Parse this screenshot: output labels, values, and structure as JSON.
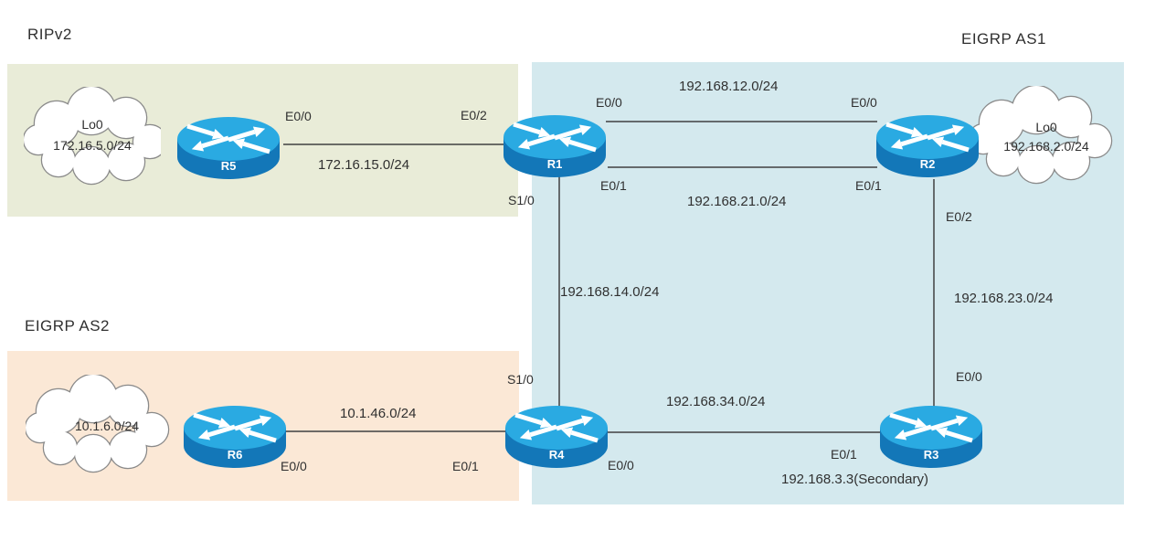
{
  "titles": {
    "ripv2": "RIPv2",
    "eigrp_as1": "EIGRP AS1",
    "eigrp_as2": "EIGRP AS2"
  },
  "routers": {
    "r1": "R1",
    "r2": "R2",
    "r3": "R3",
    "r4": "R4",
    "r5": "R5",
    "r6": "R6"
  },
  "clouds": {
    "r5_loopback": {
      "line1": "Lo0",
      "line2": "172.16.5.0/24"
    },
    "r2_loopback": {
      "line1": "Lo0",
      "line2": "192.168.2.0/24"
    },
    "r6_network": {
      "line1": "10.1.6.0/24"
    }
  },
  "interfaces": {
    "r5_e0_0": "E0/0",
    "r1_e0_2": "E0/2",
    "r1_e0_0": "E0/0",
    "r2_e0_0": "E0/0",
    "r1_e0_1": "E0/1",
    "r2_e0_1": "E0/1",
    "r1_s1_0": "S1/0",
    "r4_s1_0": "S1/0",
    "r2_e0_2": "E0/2",
    "r3_e0_0": "E0/0",
    "r4_e0_0": "E0/0",
    "r3_e0_1": "E0/1",
    "r6_e0_0": "E0/0",
    "r4_e0_1": "E0/1"
  },
  "networks": {
    "r5_r1": "172.16.15.0/24",
    "r1_r2_upper": "192.168.12.0/24",
    "r1_r2_lower": "192.168.21.0/24",
    "r1_r4": "192.168.14.0/24",
    "r2_r3": "192.168.23.0/24",
    "r4_r3": "192.168.34.0/24",
    "r6_r4": "10.1.46.0/24",
    "r3_secondary": "192.168.3.3(Secondary)"
  },
  "colors": {
    "region_ripv2_bg": "#e9ecd8",
    "region_as1_bg": "#d4e9ee",
    "region_as2_bg": "#fbe8d6",
    "router_top": "#2aaae2",
    "router_body": "#1377b8",
    "link_line": "#404040",
    "text": "#303030",
    "cloud_outline": "#8a8a8a"
  }
}
